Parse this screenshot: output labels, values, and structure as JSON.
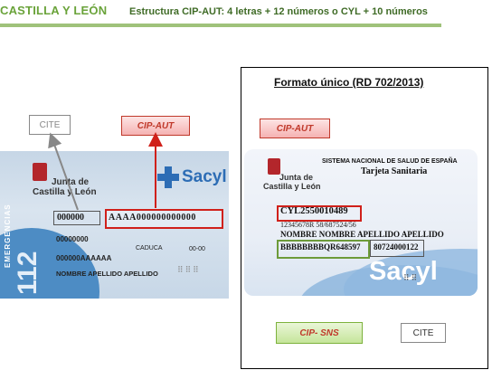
{
  "header": {
    "title": "CASTILLA Y LEÓN",
    "subtitle": "Estructura CIP-AUT: 4 letras + 12 números o CYL + 10 números"
  },
  "left": {
    "cite_label": "CITE",
    "cipaut_label": "CIP-AUT",
    "logo_line1": "Junta de",
    "logo_line2": "Castilla y León",
    "brand": "Sacyl",
    "cite_value": "000000",
    "cipaut_value": "AAAA000000000000",
    "number_line": "00000000",
    "caduca_label": "CADUCA",
    "caduca_value": "00-00",
    "code_line": "000000AAAAAA",
    "name_line": "NOMBRE APELLIDO APELLIDO",
    "emergencias": "EMERGENCIAS",
    "phone": "112"
  },
  "right": {
    "title": "Formato único (RD 702/2013)",
    "cipaut_label": "CIP-AUT",
    "system_name": "SISTEMA NACIONAL DE SALUD DE ESPAÑA",
    "card_type": "Tarjeta Sanitaria",
    "logo_line1": "Junta de",
    "logo_line2": "Castilla y León",
    "cipaut_value": "CYL2550010489",
    "id_line": "12345678R  58/687524/56",
    "name_line": "NOMBRE NOMBRE APELLIDO APELLIDO",
    "cipsns_value": "BBBBBBBBQR648597",
    "cite_value": "80724000122",
    "brand": "Sacyl",
    "cipsns_label": "CIP- SNS",
    "cite_label": "CITE"
  },
  "colors": {
    "header_green": "#6aa33a",
    "highlight_red": "#d0201a",
    "highlight_green": "#6d9b3a",
    "brand_blue": "#2d6db5"
  }
}
